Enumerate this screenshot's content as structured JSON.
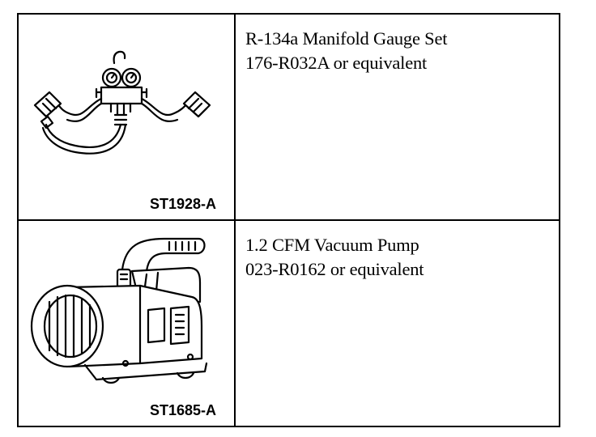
{
  "tools": [
    {
      "code": "ST1928-A",
      "name": "R-134a Manifold Gauge Set",
      "part": "176-R032A or equivalent"
    },
    {
      "code": "ST1685-A",
      "name": "1.2 CFM Vacuum Pump",
      "part": "023-R0162 or equivalent"
    }
  ]
}
